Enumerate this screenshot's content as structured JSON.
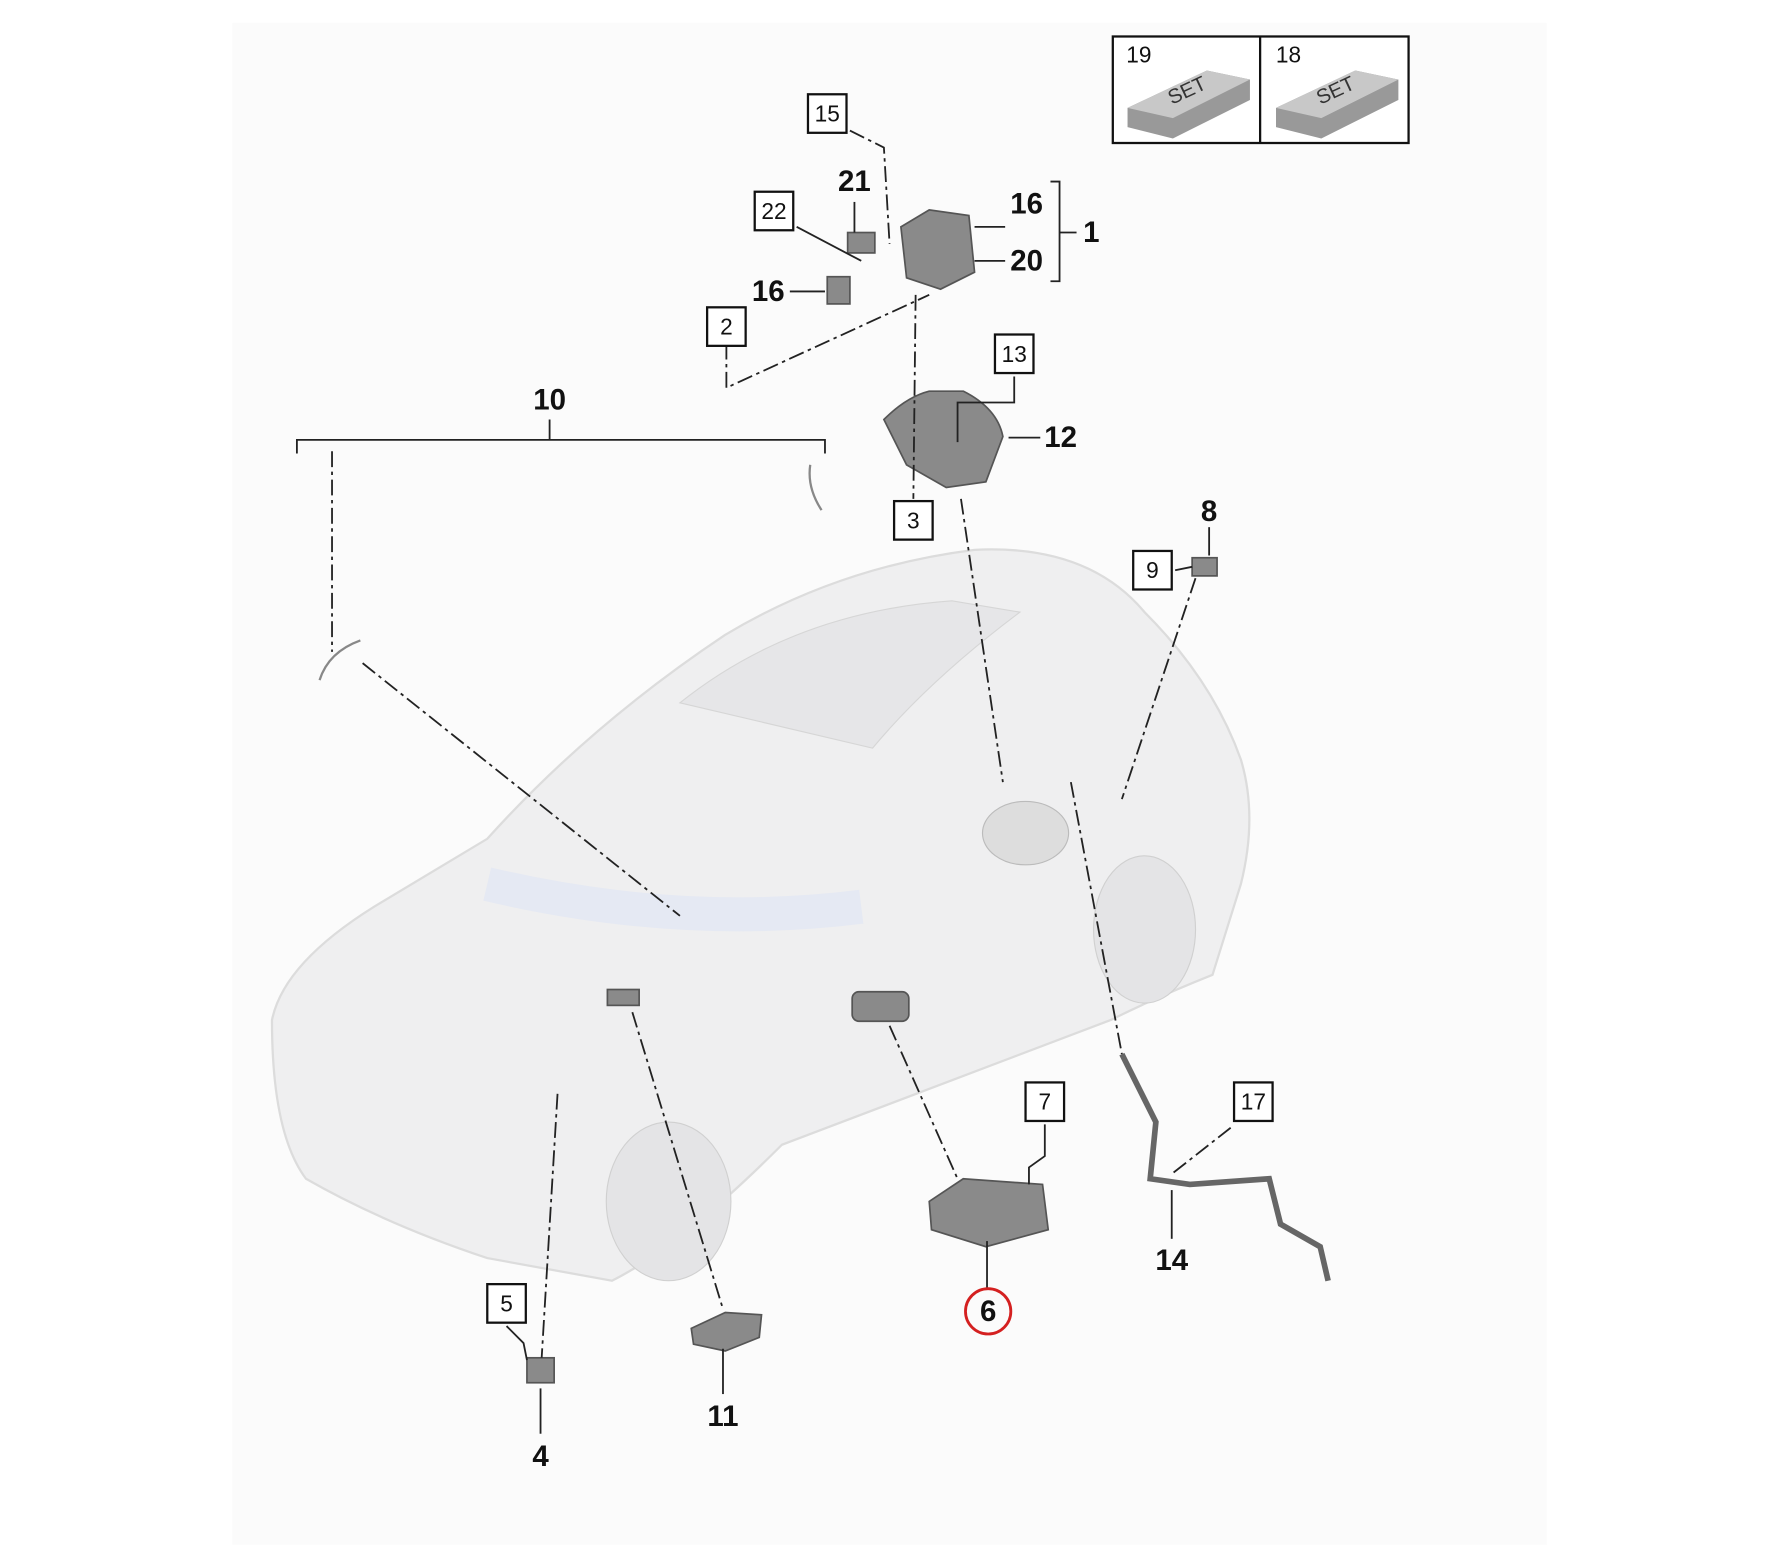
{
  "diagram": {
    "accent_color": "#d42020",
    "set_boxes": [
      {
        "number": "19",
        "label": "SET"
      },
      {
        "number": "18",
        "label": "SET"
      }
    ],
    "boxed_callouts": {
      "c15": "15",
      "c22": "22",
      "c2": "2",
      "c13": "13",
      "c3": "3",
      "c9": "9",
      "c7": "7",
      "c17": "17",
      "c5": "5"
    },
    "bold_callouts": {
      "c21": "21",
      "c16a": "16",
      "c1": "1",
      "c20": "20",
      "c16b": "16",
      "c10": "10",
      "c12": "12",
      "c8": "8",
      "c14": "14",
      "c11": "11",
      "c4": "4"
    },
    "highlighted_callout": "6"
  }
}
